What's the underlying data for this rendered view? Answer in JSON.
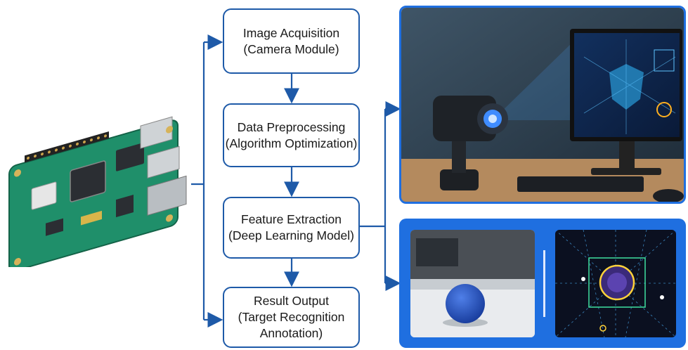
{
  "steps": [
    {
      "line1": "Image Acquisition",
      "line2": "(Camera Module)",
      "line3": ""
    },
    {
      "line1": "Data Preprocessing",
      "line2": "(Algorithm Optimization)",
      "line3": ""
    },
    {
      "line1": "Feature Extraction",
      "line2": "(Deep Learning Model)",
      "line3": ""
    },
    {
      "line1": "Result Output",
      "line2": "(Target Recognition",
      "line3": "Annotation)"
    }
  ],
  "colors": {
    "arrow": "#1e5aa8",
    "box_border": "#1e5aa8",
    "panel_border": "#1f6fe0",
    "pcb": "#1f8f6a"
  },
  "images": {
    "board": "single-board-computer-illustration",
    "camera_scene": "camera-and-monitor-photo",
    "detection_scene": "ball-detection-comparison"
  }
}
